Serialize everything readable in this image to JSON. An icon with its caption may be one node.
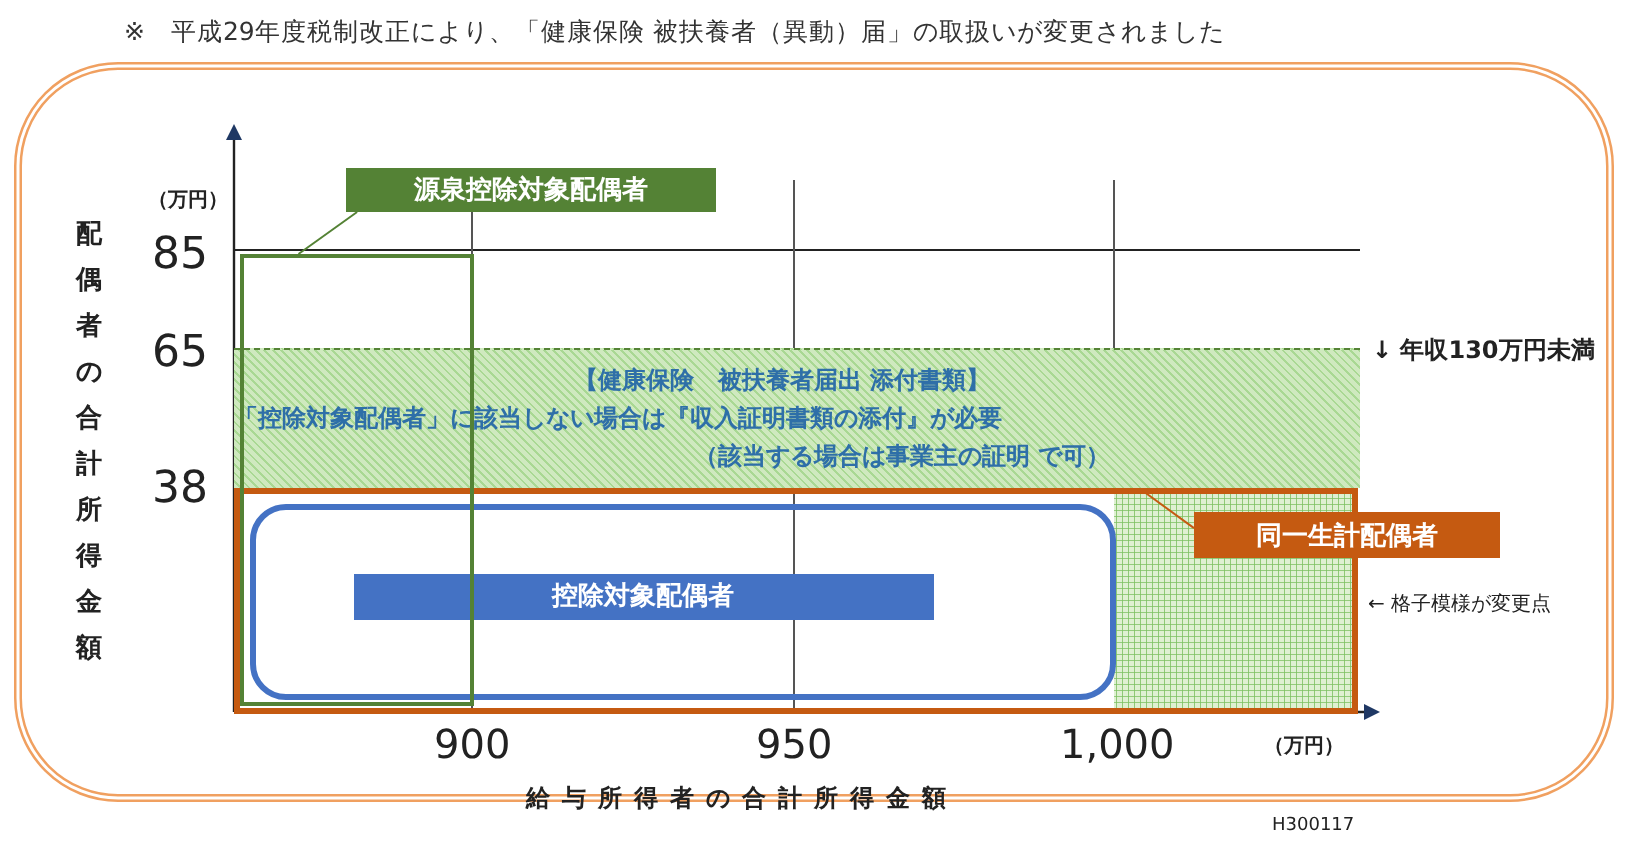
{
  "diagram": {
    "title": "※　平成29年度税制改正により、「健康保険 被扶養者（異動）届」の取扱いが変更されました",
    "nodes": [
      {
        "text": [
          "源泉控除対象配偶者"
        ]
      },
      {
        "text": [],
        "shape": "box"
      },
      {
        "text": [
          "【健康保険　被扶養者届出 添付書類】",
          "「控除対象配偶者」に該当しない場合は『収入証明書類の添付』が必要",
          "（該当する場合は事業主の証明 で可）"
        ]
      },
      {
        "text": [],
        "shape": "box"
      },
      {
        "text": [
          "同一生計配偶者"
        ]
      },
      {
        "text": [],
        "shape": "box",
        "in": 3
      },
      {
        "text": [
          "控除対象配偶者"
        ],
        "in": 5
      }
    ],
    "edges": [
      {
        "from": 0,
        "to": 1,
        "arrow": "none",
        "color": "#548235"
      },
      {
        "from": 4,
        "to": 3,
        "arrow": "none",
        "color": "#c55a11"
      }
    ],
    "labels": [
      "（万円）",
      "85",
      "65",
      "38",
      "配偶者の合計所得金額",
      "↓ 年収130万円未満",
      "← 格子模様が変更点",
      "900",
      "950",
      "1,000",
      "（万円）",
      "給与所得者の合計所得金額",
      "H300117"
    ]
  }
}
